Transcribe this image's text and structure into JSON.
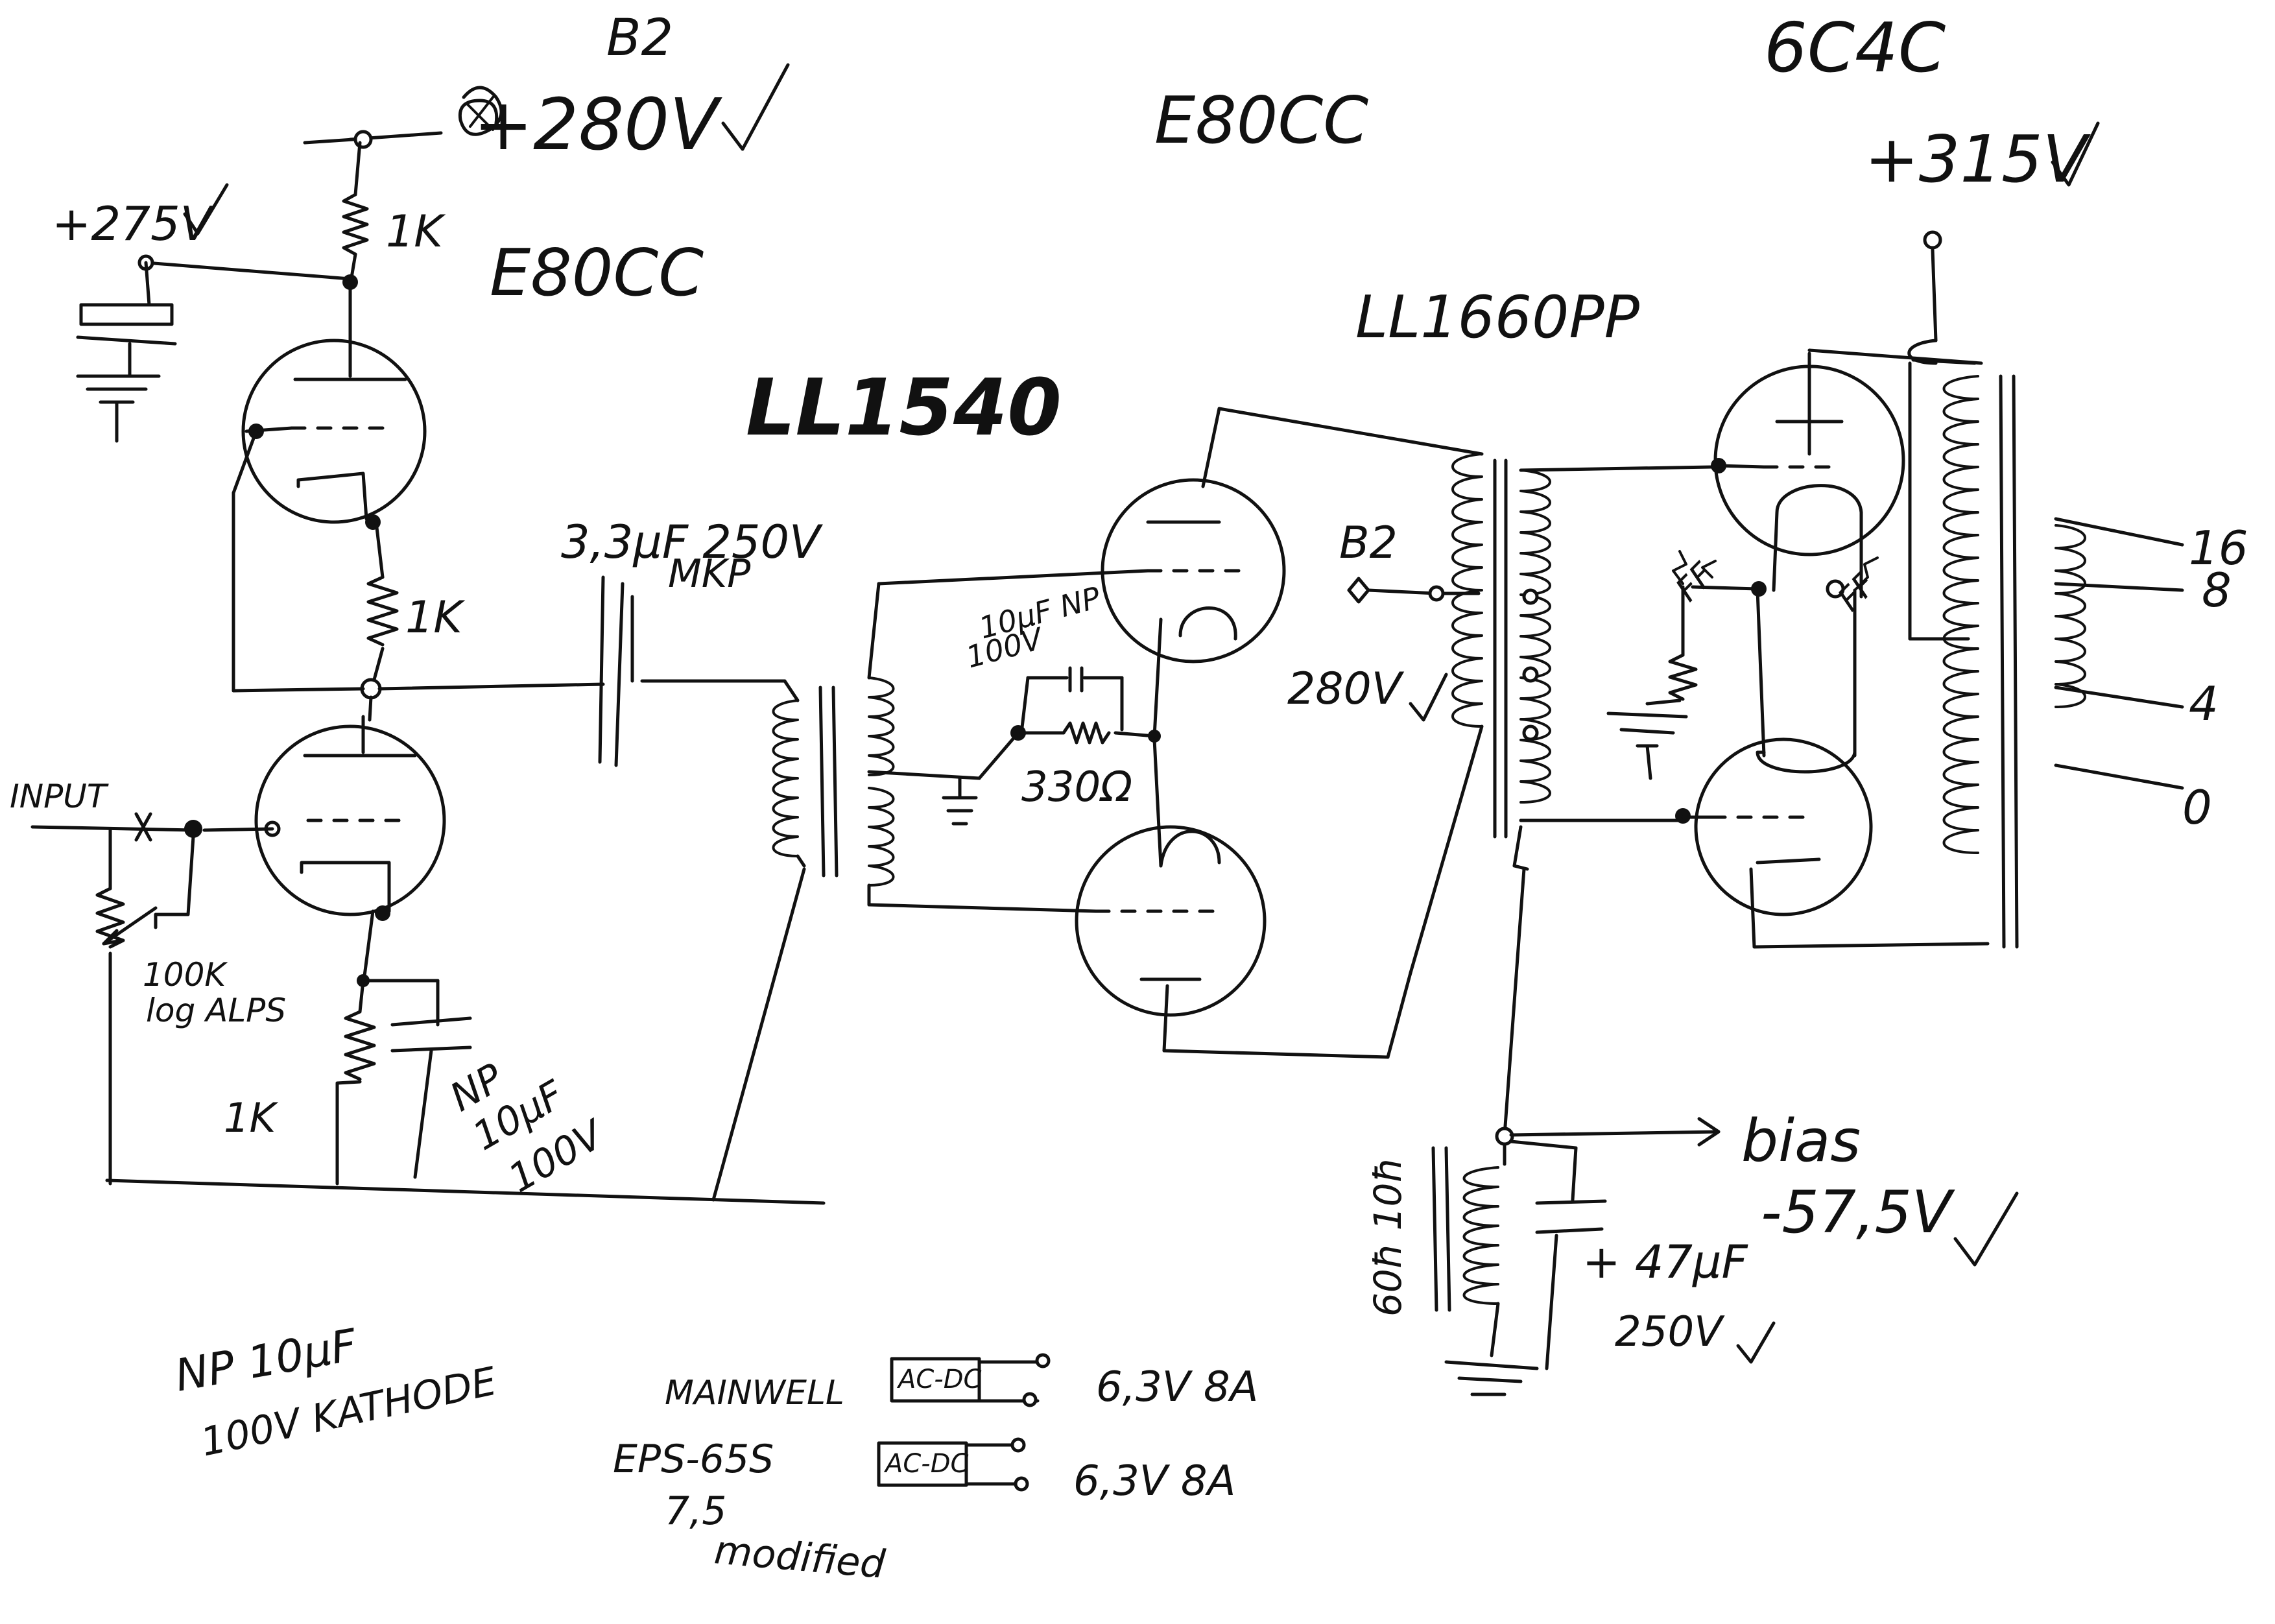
{
  "labels": {
    "b2_top": "B2",
    "v280_top": "+280V",
    "v275": "+275V",
    "r1k_a": "1K",
    "e80cc_a": "E80CC",
    "e80cc_b": "E80CC",
    "sixc4c": "6C4C",
    "v315": "+315V",
    "ll1540": "LL1540",
    "ll1660pp": "LL1660PP",
    "cap_coupling": "3,3µF 250V",
    "mkp": "MKP",
    "r1k_b": "1K",
    "input": "INPUT",
    "pot": "100K",
    "pot_brand": "log ALPS",
    "r1k_c": "1K",
    "np_cap": "NP",
    "np_cap_val": "10µF",
    "np_cap_v": "100V",
    "cap_10uf": "10µF NP",
    "cap_10uf_v": "100V",
    "r330": "330Ω",
    "b2_mid": "B2",
    "v280_mid": "280V",
    "ff_left": "FF",
    "ff_right": "FF",
    "tap16": "16",
    "tap8": "8",
    "tap4": "4",
    "tap0": "0",
    "bias": "bias",
    "bias_v": "-57,5V",
    "choke": "60ħ 10ħ",
    "cap47": "+ 47µF",
    "cap47_v": "250V",
    "note_np": "NP 10µF",
    "note_kathode": "100V KATHODE",
    "psu1_name": "MAINWELL",
    "psu1_box": "AC-DC",
    "psu1_out": "6,3V 8A",
    "psu2_name": "EPS-65S",
    "psu2_box": "AC-DC",
    "psu2_out": "6,3V 8A",
    "psu2_note_a": "7,5",
    "psu2_note_b": "modified"
  }
}
